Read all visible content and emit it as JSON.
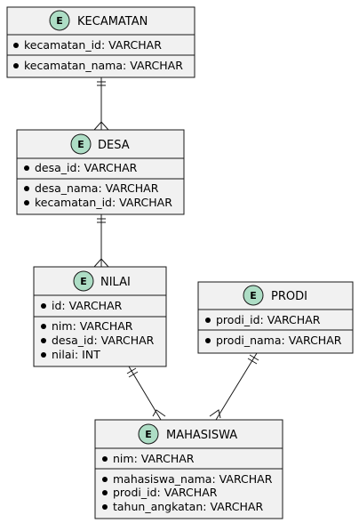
{
  "entities": {
    "kecamatan": {
      "name": "KECAMATAN",
      "badge": "E",
      "pk": [
        "kecamatan_id: VARCHAR"
      ],
      "fields": [
        "kecamatan_nama: VARCHAR"
      ]
    },
    "desa": {
      "name": "DESA",
      "badge": "E",
      "pk": [
        "desa_id: VARCHAR"
      ],
      "fields": [
        "desa_nama: VARCHAR",
        "kecamatan_id: VARCHAR"
      ]
    },
    "nilai": {
      "name": "NILAI",
      "badge": "E",
      "pk": [
        "id: VARCHAR"
      ],
      "fields": [
        "nim: VARCHAR",
        "desa_id: VARCHAR",
        "nilai: INT"
      ]
    },
    "prodi": {
      "name": "PRODI",
      "badge": "E",
      "pk": [
        "prodi_id: VARCHAR"
      ],
      "fields": [
        "prodi_nama: VARCHAR"
      ]
    },
    "mahasiswa": {
      "name": "MAHASISWA",
      "badge": "E",
      "pk": [
        "nim: VARCHAR"
      ],
      "fields": [
        "mahasiswa_nama: VARCHAR",
        "prodi_id: VARCHAR",
        "tahun_angkatan: VARCHAR"
      ]
    }
  },
  "colors": {
    "badge_fill": "#adddc5",
    "box_fill": "#f1f1f1",
    "line": "#181818"
  },
  "relationships": [
    {
      "from": "kecamatan",
      "to": "desa",
      "from_card": "one-mandatory",
      "to_card": "many"
    },
    {
      "from": "desa",
      "to": "nilai",
      "from_card": "one-mandatory",
      "to_card": "many"
    },
    {
      "from": "nilai",
      "to": "mahasiswa",
      "from_card": "one-mandatory",
      "to_card": "many"
    },
    {
      "from": "prodi",
      "to": "mahasiswa",
      "from_card": "one-mandatory",
      "to_card": "many"
    }
  ]
}
